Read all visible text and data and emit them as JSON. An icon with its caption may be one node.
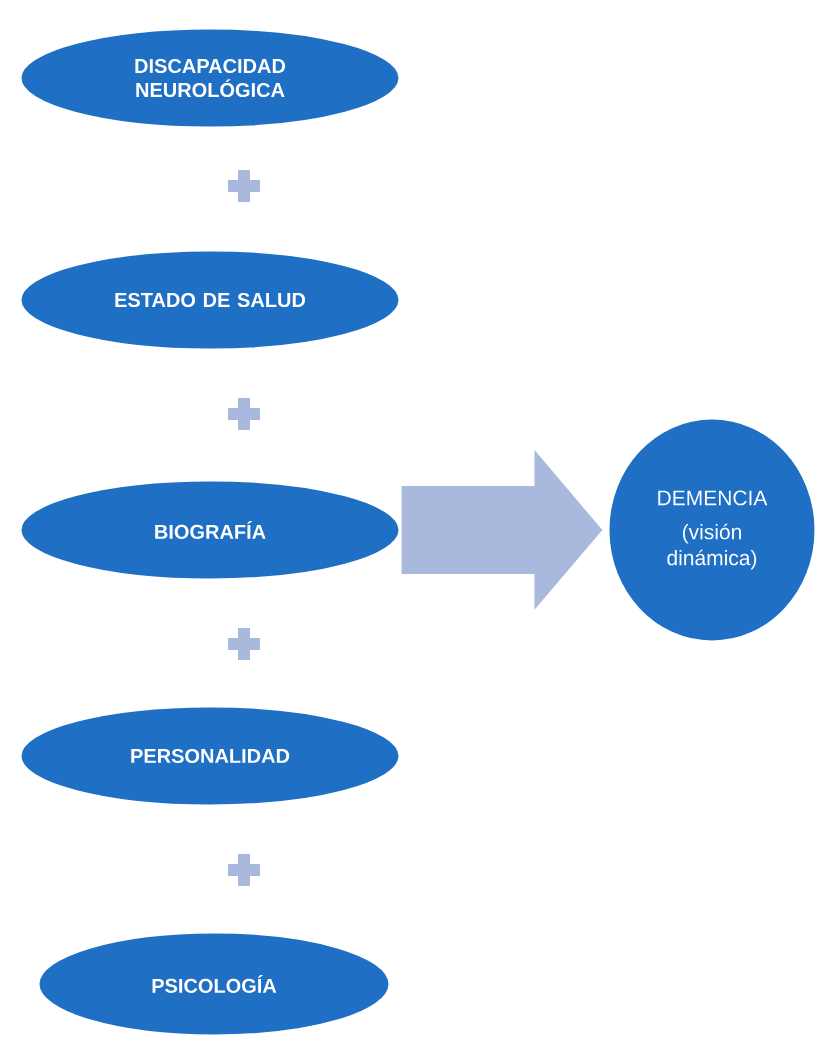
{
  "diagram": {
    "nodes": [
      {
        "text": [
          "DISCAPACIDAD NEUROLÓGICA"
        ]
      },
      {
        "text": [
          "ESTADO DE SALUD"
        ]
      },
      {
        "text": [
          "BIOGRAFÍA"
        ]
      },
      {
        "text": [
          "PERSONALIDAD"
        ]
      },
      {
        "text": [
          "PSICOLOGÍA"
        ]
      },
      {
        "text": [
          "DEMENCIA",
          "(visión dinámica)"
        ]
      }
    ],
    "edges": [
      {
        "from": 2,
        "to": 5,
        "arrow": "to"
      }
    ]
  }
}
